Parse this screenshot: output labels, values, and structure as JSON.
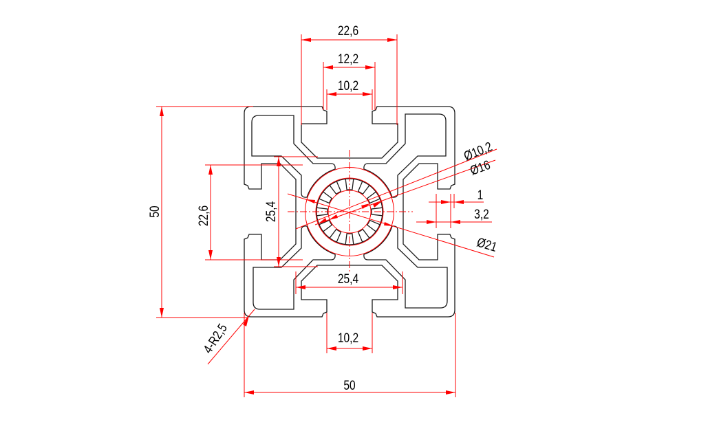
{
  "drawing": {
    "colors": {
      "profile": "#1a1a1a",
      "dimension": "#ff0000"
    },
    "dimensions": {
      "top_outer_slot": "22,6",
      "top_mid_slot": "12,2",
      "top_slot_opening": "10,2",
      "overall_height": "50",
      "left_slot_width": "22,6",
      "left_inner": "25,4",
      "bottom_inner": "25,4",
      "bottom_slot_opening": "10,2",
      "overall_width": "50",
      "corner_radius": "4-R2,5",
      "bore_diameter": "Ø10,2",
      "ring_diameter": "Ø16",
      "tube_diameter": "Ø21",
      "lip_thickness": "1",
      "wall_thickness": "3,2"
    }
  }
}
